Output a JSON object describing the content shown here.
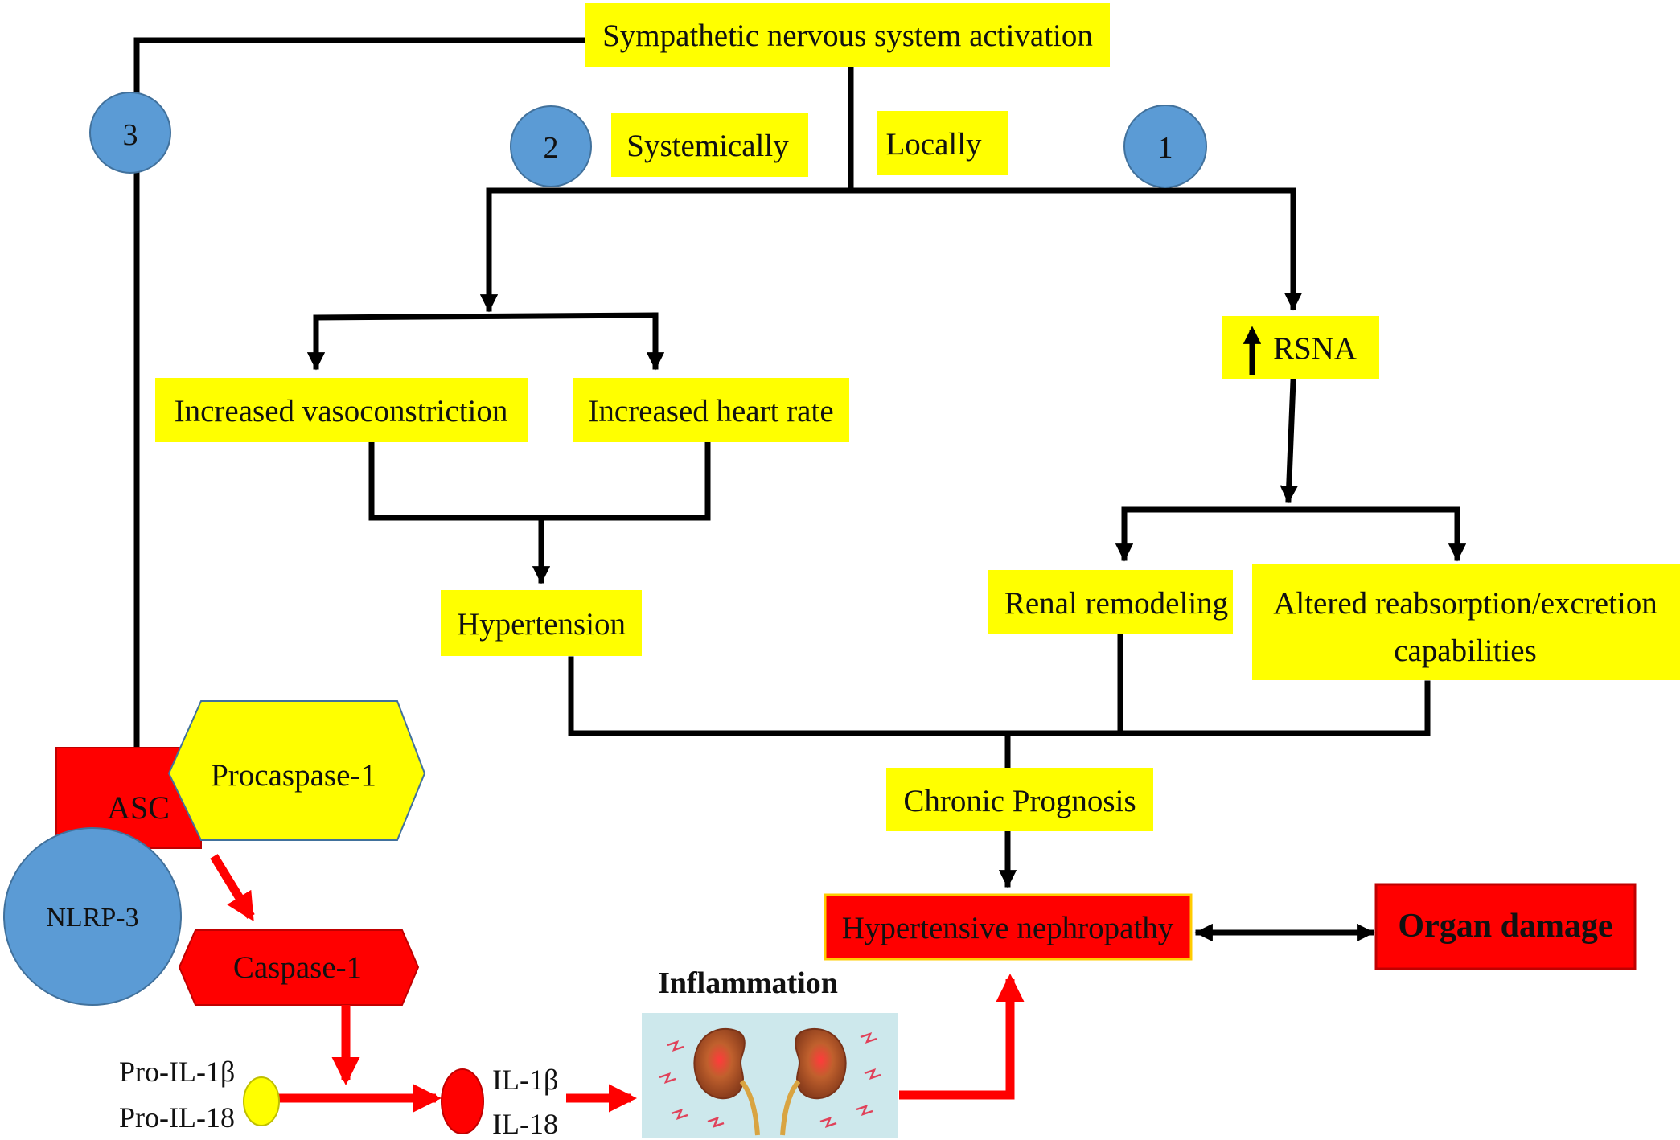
{
  "colors": {
    "yellow_box": "#ffff00",
    "red_box": "#ff0000",
    "blue_circle": "#5b9bd5",
    "blue_stroke": "#41719c",
    "line_black": "#000000",
    "line_red": "#ff0000",
    "kidney_panel": "#cde8ec",
    "kidney_fill": "#a0522d",
    "small_yellow": "#ffff00"
  },
  "pathway_markers": [
    "1",
    "2",
    "3"
  ],
  "top_node": {
    "label": "Sympathetic nervous system activation",
    "branch_systemic": "Systemically",
    "branch_local": "Locally"
  },
  "systemic": {
    "vasoconstriction": "Increased vasoconstriction",
    "heart_rate": "Increased heart rate",
    "hypertension": "Hypertension"
  },
  "local": {
    "rsna_label": "RSNA",
    "rsna_arrow_icon": "up-arrow-icon",
    "renal_remodeling": "Renal remodeling",
    "reabsorption_line1": "Altered reabsorption/excretion",
    "reabsorption_line2": "capabilities"
  },
  "outcomes": {
    "chronic_prognosis": "Chronic Prognosis",
    "hypertensive_nephropathy": "Hypertensive nephropathy",
    "organ_damage": "Organ damage"
  },
  "inflammasome": {
    "asc": "ASC",
    "procaspase": "Procaspase-1",
    "nlrp3": "NLRP-3",
    "caspase": "Caspase-1",
    "pro_il1b": "Pro-IL-1β",
    "pro_il18": "Pro-IL-18",
    "il1b": "IL-1β",
    "il18": "IL-18",
    "inflammation": "Inflammation",
    "kidney_icon": "inflamed-kidneys-icon"
  }
}
